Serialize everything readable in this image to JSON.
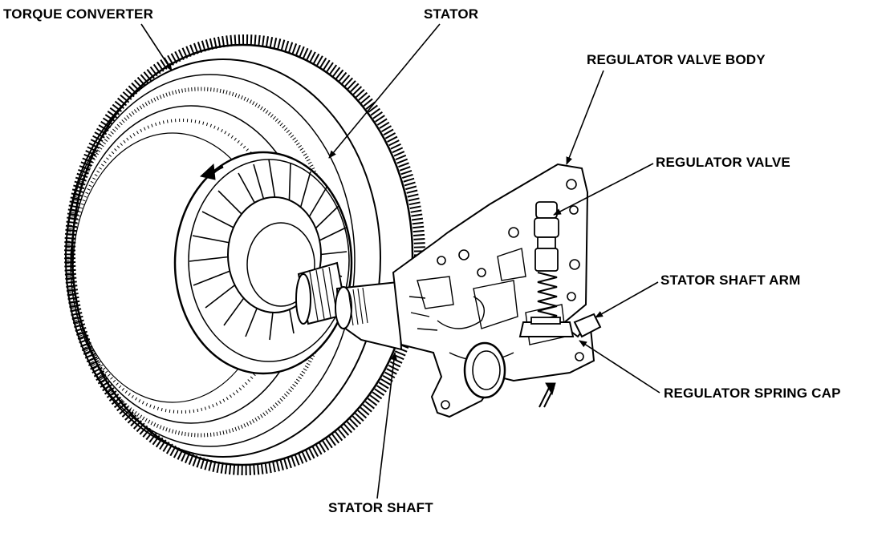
{
  "labels": {
    "torque_converter": "TORQUE CONVERTER",
    "stator": "STATOR",
    "regulator_valve_body": "REGULATOR VALVE BODY",
    "regulator_valve": "REGULATOR VALVE",
    "stator_shaft_arm": "STATOR SHAFT ARM",
    "regulator_spring_cap": "REGULATOR SPRING CAP",
    "stator_shaft": "STATOR SHAFT"
  },
  "colors": {
    "ink": "#000000",
    "background": "#ffffff"
  }
}
